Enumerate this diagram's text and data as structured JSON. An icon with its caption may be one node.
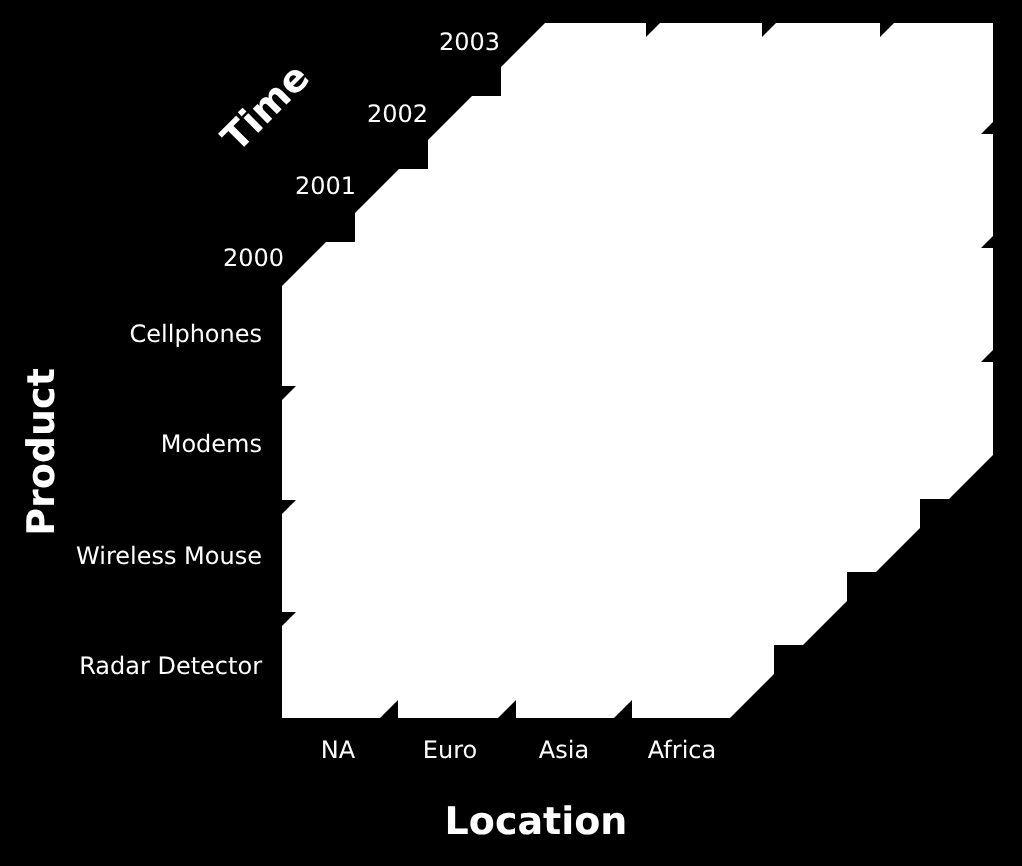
{
  "diagram": {
    "labels": [
      "Time",
      "2003",
      "2002",
      "2001",
      "2000",
      "Product",
      "Cellphones",
      "Modems",
      "Wireless Mouse",
      "Radar Detector",
      "NA",
      "Euro",
      "Asia",
      "Africa",
      "Location"
    ]
  }
}
